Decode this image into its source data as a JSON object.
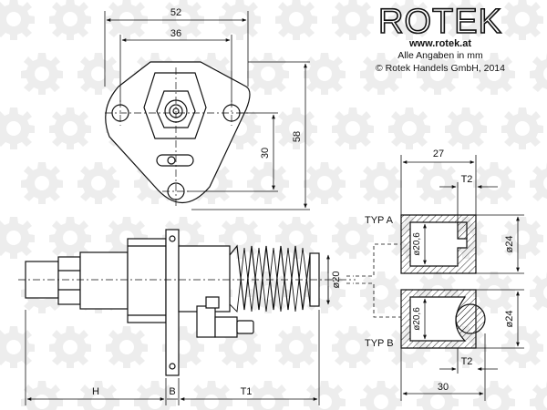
{
  "brand": {
    "logo": "ROTEK",
    "url": "www.rotek.at",
    "note_units": "Alle Angaben in mm",
    "copyright": "© Rotek Handels GmbH, 2014"
  },
  "flange_dims": {
    "width_outer": "52",
    "width_holes": "36",
    "height_holes": "30",
    "height_total": "58"
  },
  "pump_dims": {
    "seg_h": "H",
    "seg_b": "B",
    "seg_t1": "T1",
    "spring_dia": "ø20"
  },
  "types": {
    "top_width": "27",
    "t2_top": "T2",
    "typ_a": "TYP A",
    "dia_a_inner": "ø20,6",
    "dia_a_outer": "ø24",
    "typ_b": "TYP B",
    "dia_b_inner": "ø20,6",
    "dia_b_outer": "ø24",
    "t2_bottom": "T2",
    "bottom_width": "30"
  },
  "colors": {
    "line": "#111111",
    "hatch": "#333333",
    "background_gear": "#ececec",
    "background": "#ffffff"
  }
}
